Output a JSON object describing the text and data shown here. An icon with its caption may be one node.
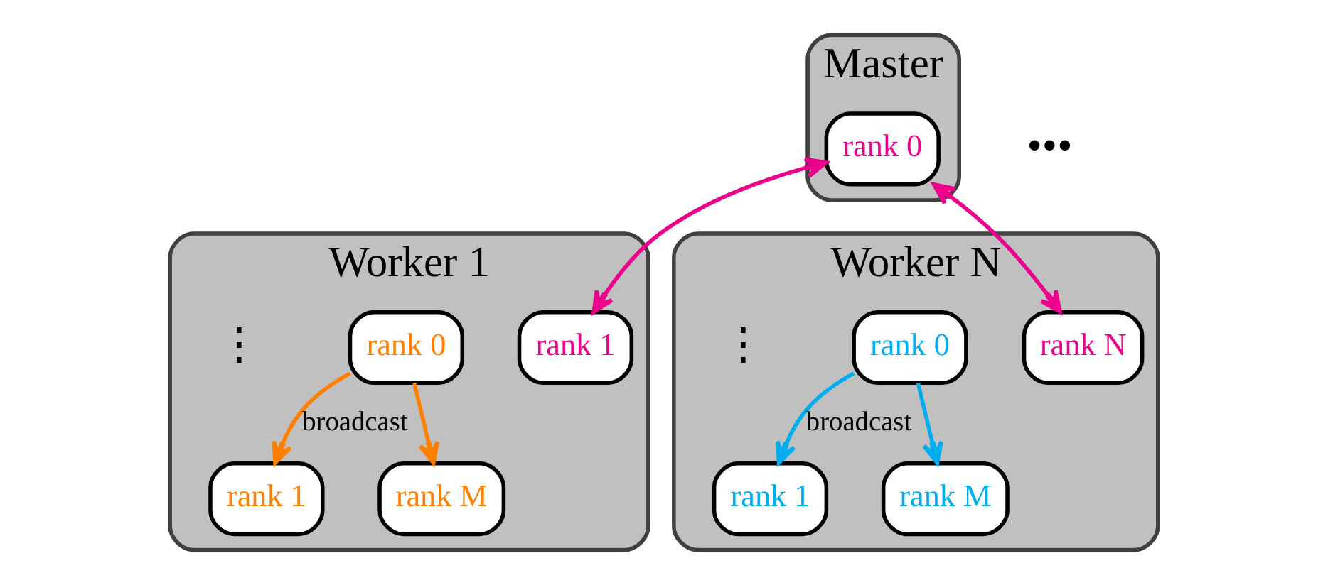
{
  "diagram": {
    "nodes": [
      {
        "text": [
          "Master"
        ]
      },
      {
        "text": [
          "rank 0"
        ],
        "in": 0
      },
      {
        "text": [
          "Worker 1"
        ]
      },
      {
        "text": [
          "rank 1"
        ],
        "in": 2
      },
      {
        "text": [
          "rank 0"
        ],
        "in": 2
      },
      {
        "text": [
          "rank 1"
        ],
        "in": 2
      },
      {
        "text": [
          "rank M"
        ],
        "in": 2
      },
      {
        "text": [
          "Worker N"
        ]
      },
      {
        "text": [
          "rank N"
        ],
        "in": 7
      },
      {
        "text": [
          "rank 0"
        ],
        "in": 7
      },
      {
        "text": [
          "rank 1"
        ],
        "in": 7
      },
      {
        "text": [
          "rank M"
        ],
        "in": 7
      }
    ],
    "edges": [
      {
        "from": 1,
        "to": 3,
        "arrow": "both",
        "color": "#ec008c"
      },
      {
        "from": 1,
        "to": 8,
        "arrow": "both",
        "color": "#ec008c"
      },
      {
        "from": 4,
        "to": 5,
        "arrow": "to",
        "label": "broadcast",
        "color": "#ff8000"
      },
      {
        "from": 4,
        "to": 6,
        "arrow": "to",
        "color": "#ff8000"
      },
      {
        "from": 9,
        "to": 10,
        "arrow": "to",
        "label": "broadcast",
        "color": "#00aeef"
      },
      {
        "from": 9,
        "to": 11,
        "arrow": "to",
        "color": "#00aeef"
      }
    ],
    "labels": [
      "⋮",
      "•••",
      "⋮"
    ]
  }
}
